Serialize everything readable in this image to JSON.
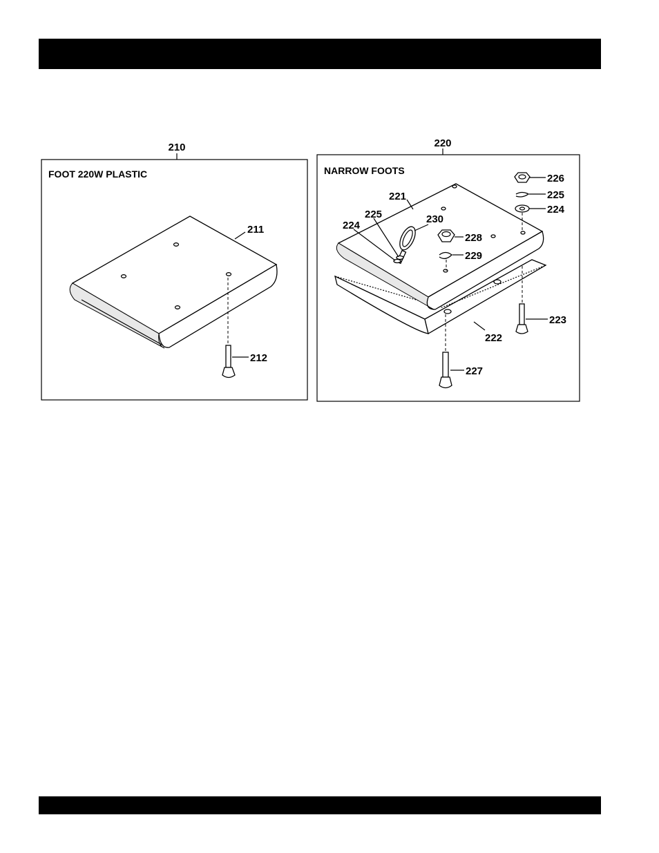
{
  "header_bar": "",
  "footer_bar": "",
  "left_panel": {
    "callout": "210",
    "title": "FOOT 220W PLASTIC",
    "labels": {
      "plate": "211",
      "bolt": "212"
    }
  },
  "right_panel": {
    "callout": "220",
    "title": "NARROW FOOTS",
    "labels": {
      "nut_top": "226",
      "lockwasher_top": "225",
      "washer_top": "224",
      "upper_plate": "221",
      "lockwasher_ring": "225",
      "washer_ring": "224",
      "lifting_ring": "230",
      "nut_mid": "228",
      "lockwasher_mid": "229",
      "bolt_right": "223",
      "lower_plate": "222",
      "bolt_left": "227"
    }
  }
}
